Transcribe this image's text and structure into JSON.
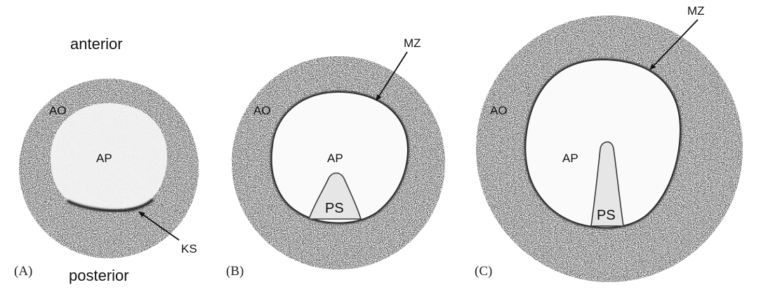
{
  "orientation": {
    "top": "anterior",
    "bottom": "posterior"
  },
  "panels": [
    {
      "letter": "(A)",
      "outer": "AO",
      "inner": "AP",
      "marker": "KS"
    },
    {
      "letter": "(B)",
      "outer": "AO",
      "inner": "AP",
      "streak": "PS",
      "zone": "MZ"
    },
    {
      "letter": "(C)",
      "outer": "AO",
      "inner": "AP",
      "streak": "PS",
      "zone": "MZ"
    }
  ],
  "colors": {
    "stipple": "#2b2b2b",
    "background": "#ffffff",
    "ink": "#111111"
  }
}
